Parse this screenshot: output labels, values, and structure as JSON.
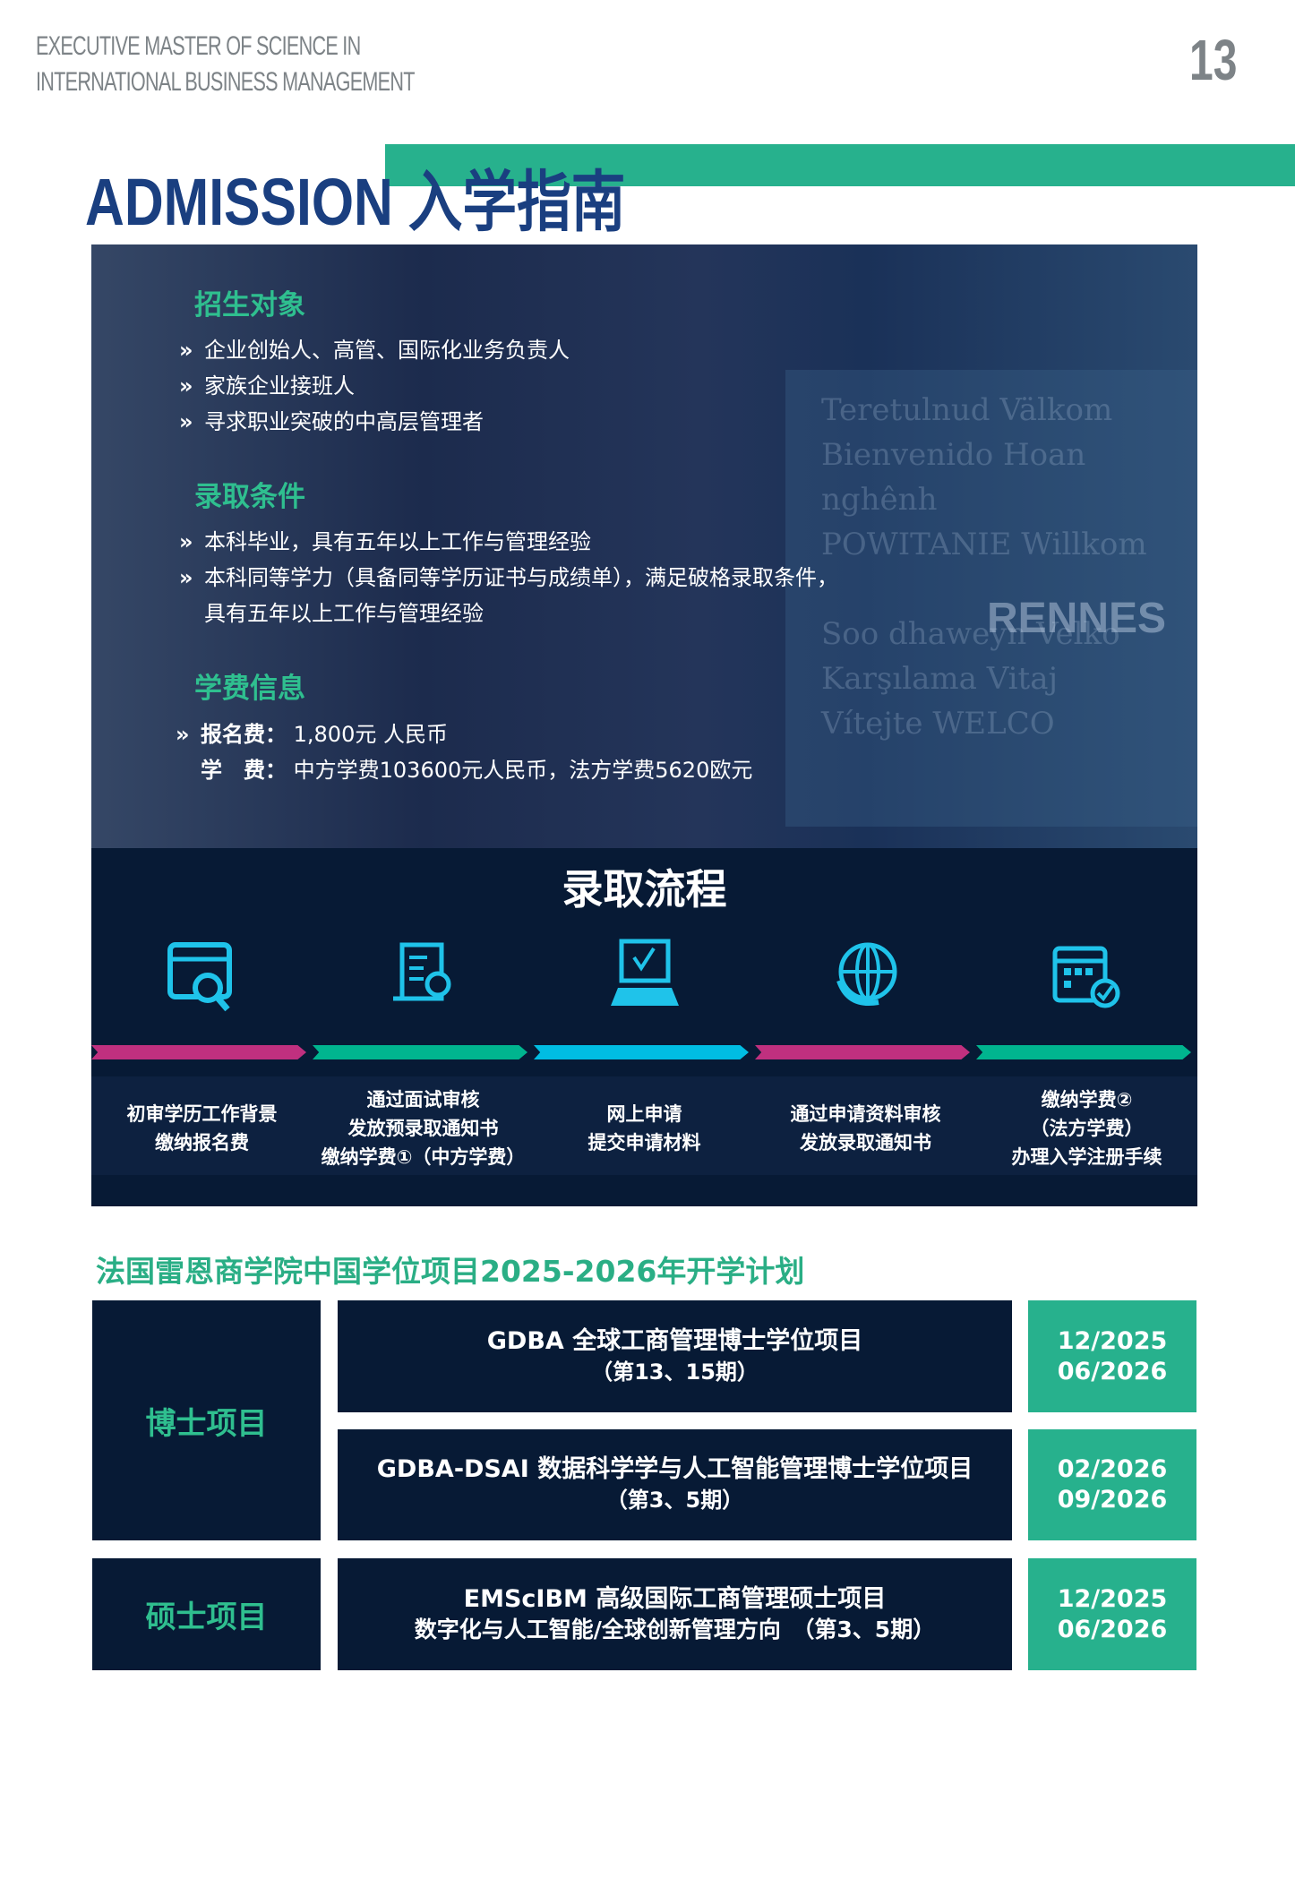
{
  "header": {
    "program_line1": "EXECUTIVE MASTER OF SCIENCE IN",
    "program_line2": "INTERNATIONAL BUSINESS MANAGEMENT",
    "page_number": "13"
  },
  "title": "ADMISSION 入学指南",
  "photo_logo": "RENNES",
  "target": {
    "heading": "招生对象",
    "items": [
      "企业创始人、高管、国际化业务负责人",
      "家族企业接班人",
      "寻求职业突破的中高层管理者"
    ]
  },
  "conditions": {
    "heading": "录取条件",
    "items": [
      "本科毕业，具有五年以上工作与管理经验",
      "本科同等学力（具备同等学历证书与成绩单），满足破格录取条件，",
      "具有五年以上工作与管理经验"
    ]
  },
  "fees": {
    "heading": "学费信息",
    "registration_label": "报名费：",
    "registration_value": "1,800元 人民币",
    "tuition_label": "学　费：",
    "tuition_value": "中方学费103600元人民币，法方学费5620欧元"
  },
  "bullet": "»",
  "process": {
    "title": "录取流程",
    "steps": [
      {
        "icon": "browser-search-icon",
        "color": "#c0307f",
        "lines": [
          "初审学历工作背景",
          "缴纳报名费"
        ]
      },
      {
        "icon": "certificate-scroll-icon",
        "color": "#00b58f",
        "lines": [
          "通过面试审核",
          "发放预录取通知书",
          "缴纳学费①（中方学费）"
        ]
      },
      {
        "icon": "laptop-check-icon",
        "color": "#00bde3",
        "lines": [
          "网上申请",
          "提交申请材料"
        ]
      },
      {
        "icon": "globe-arrow-icon",
        "color": "#c0307f",
        "lines": [
          "通过申请资料审核",
          "发放录取通知书"
        ]
      },
      {
        "icon": "calendar-check-icon",
        "color": "#00b58f",
        "lines": [
          "缴纳学费②",
          "（法方学费）",
          "办理入学注册手续"
        ]
      }
    ]
  },
  "icon_color": "#1fc3ea",
  "schedule": {
    "title": "法国雷恩商学院中国学位项目2025-2026年开学计划",
    "doctoral": {
      "category": "博士项目",
      "programs": [
        {
          "name": "GDBA 全球工商管理博士学位项目",
          "sub": "（第13、15期）",
          "dates": [
            "12/2025",
            "06/2026"
          ]
        },
        {
          "name": "GDBA-DSAI 数据科学学与人工智能管理博士学位项目",
          "sub": "（第3、5期）",
          "dates": [
            "02/2026",
            "09/2026"
          ]
        }
      ]
    },
    "master": {
      "category": "硕士项目",
      "programs": [
        {
          "name": "EMScIBM 高级国际工商管理硕士项目",
          "sub": "数字化与人工智能/全球创新管理方向　（第3、5期）",
          "dates": [
            "12/2025",
            "06/2026"
          ]
        }
      ]
    }
  }
}
